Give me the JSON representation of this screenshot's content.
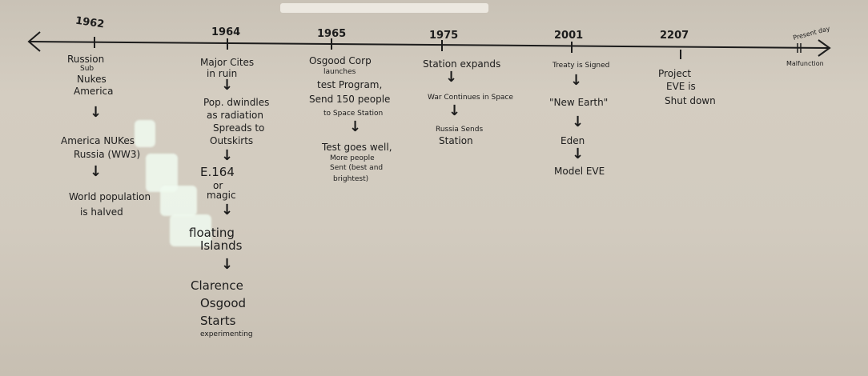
{
  "whiteboard": {
    "timeline": {
      "present_day_label": "Present day",
      "malfunction_label": "Malfunction"
    },
    "entries": [
      {
        "year": "1962",
        "notes": [
          "Russion",
          "Sub",
          "Nukes",
          "America",
          "↓",
          "America NUKes",
          "Russia (WW3)",
          "↓",
          "World population",
          "is halved"
        ]
      },
      {
        "year": "1964",
        "notes": [
          "Major Cites",
          "in ruin",
          "↓",
          "Pop. dwindles",
          "as radiation",
          "Spreads to",
          "Outskirts",
          "↓",
          "E.164",
          "or",
          "magic",
          "↓",
          "floating",
          "Islands",
          "↓",
          "Clarence",
          "Osgood",
          "Starts",
          "experimenting"
        ]
      },
      {
        "year": "1965",
        "notes": [
          "Osgood Corp",
          "launches",
          "test Program,",
          "Send 150 people",
          "to Space Station",
          "↓",
          "Test goes well,",
          "More people",
          "Sent (best and",
          "brightest)"
        ]
      },
      {
        "year": "1975",
        "notes": [
          "Station expands",
          "↓",
          "War Continues in Space",
          "↓",
          "Russia Sends",
          "Station"
        ]
      },
      {
        "year": "2001",
        "notes": [
          "Treaty is Signed",
          "↓",
          "\"New Earth\"",
          "↓",
          "Eden",
          "↓",
          "Model EVE"
        ]
      },
      {
        "year": "2207",
        "notes": [
          "Project",
          "EVE is",
          "Shut down"
        ]
      }
    ]
  }
}
